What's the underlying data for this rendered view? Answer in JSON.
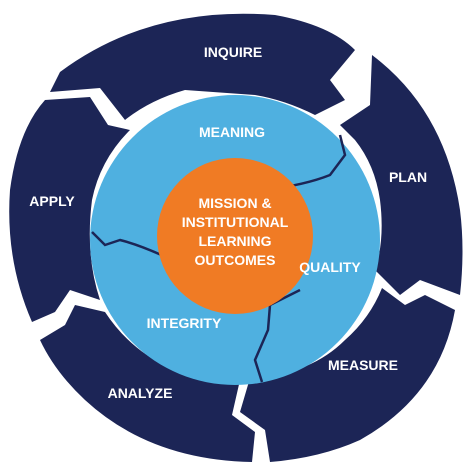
{
  "outer_ring": {
    "color": "#1c2556",
    "stages": [
      {
        "label": "INQUIRE"
      },
      {
        "label": "PLAN"
      },
      {
        "label": "MEASURE"
      },
      {
        "label": "ANALYZE"
      },
      {
        "label": "APPLY"
      }
    ]
  },
  "inner_ring": {
    "color": "#4fb0e0",
    "stroke": "#1c2556",
    "pillars": [
      {
        "label": "MEANING"
      },
      {
        "label": "QUALITY"
      },
      {
        "label": "INTEGRITY"
      }
    ]
  },
  "core": {
    "color": "#f07b24",
    "lines": [
      "MISSION &",
      "INSTITUTIONAL",
      "LEARNING",
      "OUTCOMES"
    ]
  }
}
